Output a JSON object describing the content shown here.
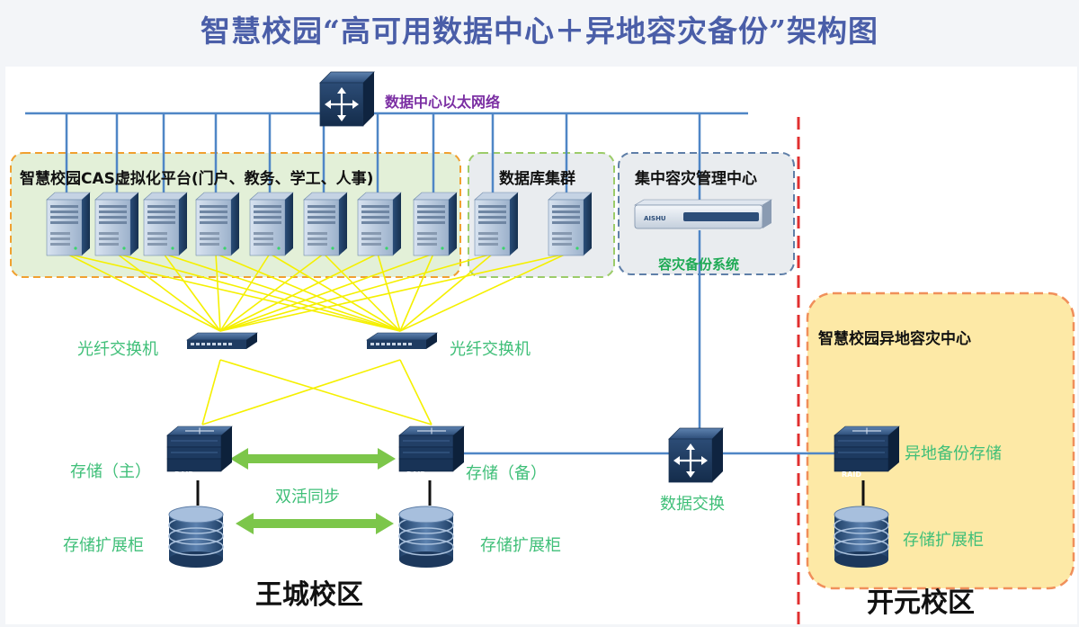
{
  "title": "智慧校园“高可用数据中心＋异地容灾备份”架构图",
  "network_label": "数据中心以太网络",
  "cas_platform_label": "智慧校园CAS虚拟化平台(门户、教务、学工、人事)",
  "db_cluster_label": "数据库集群",
  "dr_center_label": "集中容灾管理中心",
  "dr_system_label": "容灾备份系统",
  "appliance_brand": "AISHU",
  "fiber_switch_left_label": "光纤交换机",
  "fiber_switch_right_label": "光纤交换机",
  "storage_primary_label": "存储（主）",
  "storage_backup_label": "存储（备）",
  "active_sync_label": "双活同步",
  "expansion_left_label": "存储扩展柜",
  "expansion_right_label": "存储扩展柜",
  "data_exchange_label": "数据交换",
  "campus_main_label": "王城校区",
  "remote_dr_center_label": "智慧校园异地容灾中心",
  "remote_storage_label": "异地备份存储",
  "remote_expansion_label": "存储扩展柜",
  "campus_remote_label": "开元校区",
  "raid_label": "RAID",
  "colors": {
    "title": "#4a5ea8",
    "network_line": "#4f86c6",
    "fibre_line": "#f5f000",
    "sync_arrow": "#7cc64a",
    "divider": "#e03030",
    "cas_panel": "#e3f0d8",
    "cas_border": "#f0a030",
    "db_panel": "#e9ecef",
    "remote_panel": "#fde9a6",
    "label_green": "#3fbf78"
  }
}
